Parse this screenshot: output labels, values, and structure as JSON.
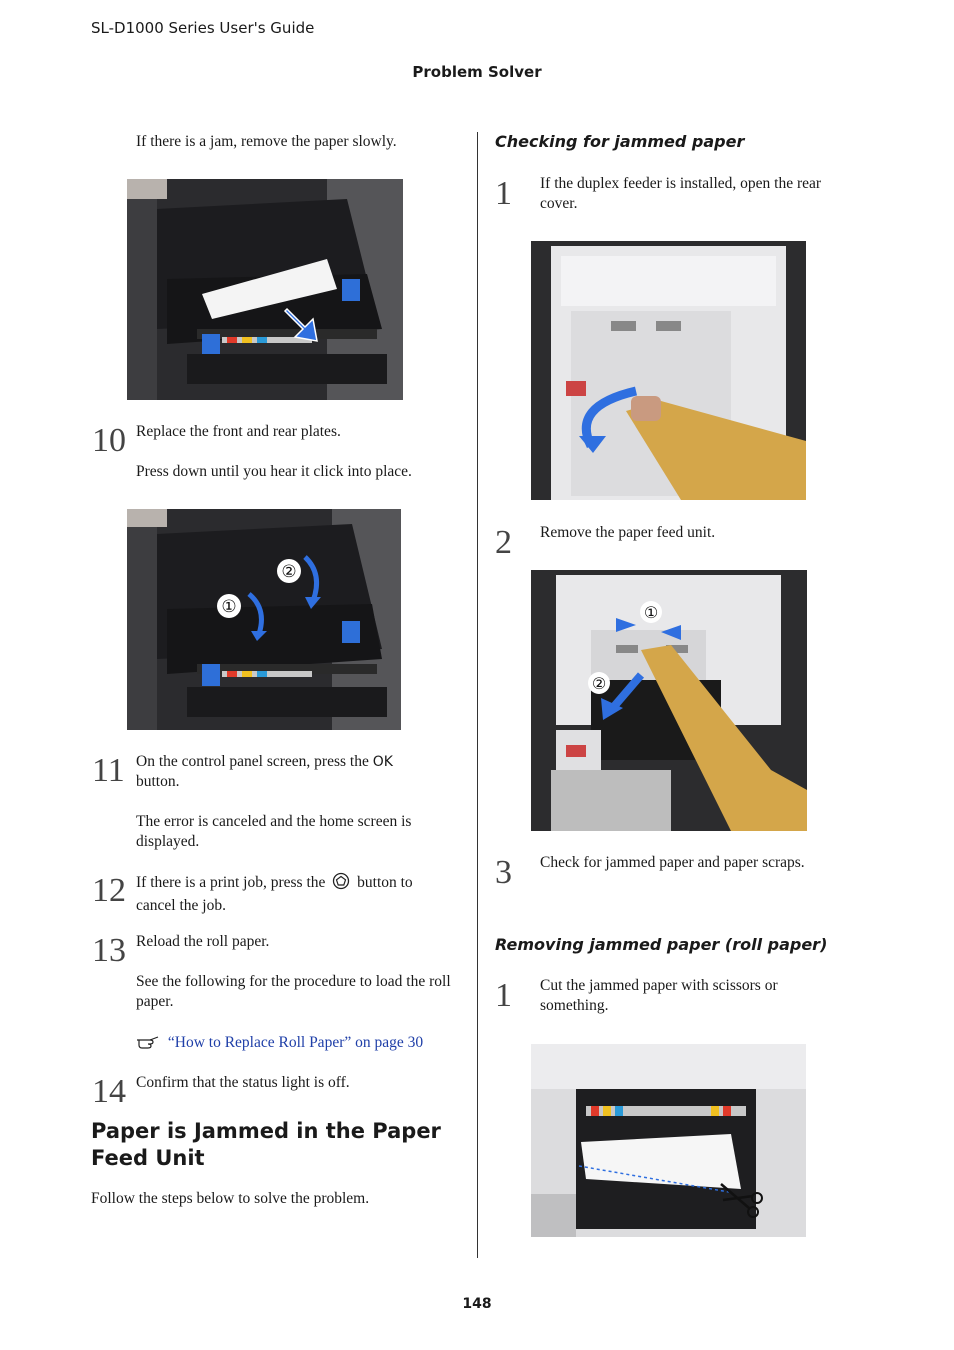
{
  "header": {
    "guide_title": "SL-D1000 Series User's Guide",
    "section": "Problem Solver"
  },
  "left": {
    "jam_note": "If there is a jam, remove the paper slowly.",
    "steps": [
      {
        "num": "10",
        "text": "Replace the front and rear plates.",
        "sub": "Press down until you hear it click into place."
      },
      {
        "num": "11",
        "text_a": "On the control panel screen, press the",
        "ok": "OK",
        "text_b": "button.",
        "sub": "The error is canceled and the home screen is displayed."
      },
      {
        "num": "12",
        "text_a": "If there is a print job, press the",
        "text_b": "button to cancel the job."
      },
      {
        "num": "13",
        "text": "Reload the roll paper.",
        "sub": "See the following for the procedure to load the roll paper.",
        "link": "“How to Replace Roll Paper” on page 30"
      },
      {
        "num": "14",
        "text": "Confirm that the status light is off."
      }
    ],
    "heading": "Paper is Jammed in the Paper Feed Unit",
    "intro": "Follow the steps below to solve the problem."
  },
  "right": {
    "sub1": "Checking for jammed paper",
    "steps1": [
      {
        "num": "1",
        "text": "If the duplex feeder is installed, open the rear cover."
      },
      {
        "num": "2",
        "text": "Remove the paper feed unit."
      },
      {
        "num": "3",
        "text": "Check for jammed paper and paper scraps."
      }
    ],
    "sub2": "Removing jammed paper (roll paper)",
    "steps2": [
      {
        "num": "1",
        "text": "Cut the jammed paper with scissors or something."
      }
    ]
  },
  "callouts": {
    "one": "①",
    "two": "②"
  },
  "icons": {
    "link": "pointing-hand-icon",
    "cancel": "stop-icon"
  },
  "page_number": "148"
}
